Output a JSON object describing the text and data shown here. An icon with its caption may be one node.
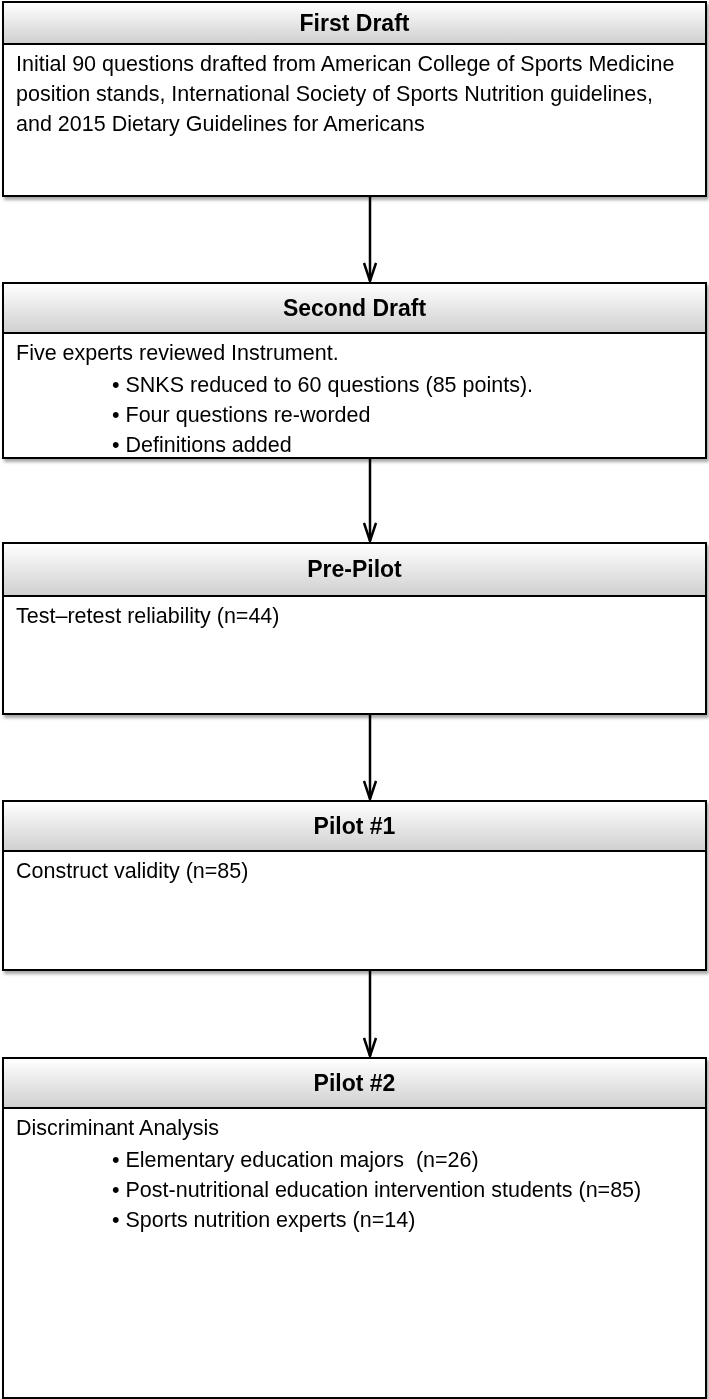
{
  "diagram": {
    "nodes": [
      {
        "text": [
          "First Draft",
          "Initial 90 questions drafted from American College of Sports Medicine position stands, International Society of Sports Nutrition guidelines, and 2015 Dietary Guidelines for Americans"
        ]
      },
      {
        "text": [
          "Second Draft",
          "Five experts reviewed Instrument.",
          "• SNKS reduced to 60 questions (85 points).",
          "• Four questions re-worded",
          "• Definitions added"
        ]
      },
      {
        "text": [
          "Pre-Pilot",
          "Test–retest reliability (n=44)"
        ]
      },
      {
        "text": [
          "Pilot #1",
          "Construct validity (n=85)"
        ]
      },
      {
        "text": [
          "Pilot #2",
          "Discriminant Analysis",
          "• Elementary education majors  (n=26)",
          "• Post-nutritional education intervention students (n=85)",
          "• Sports nutrition experts (n=14)"
        ]
      }
    ],
    "edges": [
      {
        "from": 0,
        "to": 1,
        "arrow": "to"
      },
      {
        "from": 1,
        "to": 2,
        "arrow": "to"
      },
      {
        "from": 2,
        "to": 3,
        "arrow": "to"
      },
      {
        "from": 3,
        "to": 4,
        "arrow": "to"
      }
    ]
  }
}
